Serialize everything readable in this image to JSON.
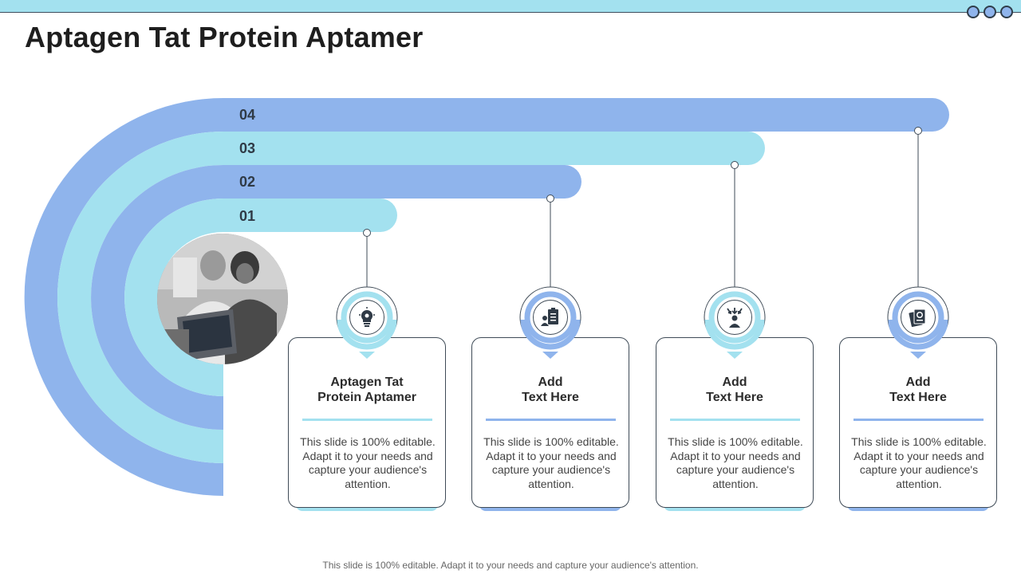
{
  "slide": {
    "title": "Aptagen Tat Protein Aptamer",
    "footer": "This slide is 100% editable. Adapt it to your needs and capture your audience's attention."
  },
  "colors": {
    "blue": "#8fb4ec",
    "light_blue": "#a3e1ef",
    "outline": "#3f4b57"
  },
  "bars": [
    {
      "label": "04"
    },
    {
      "label": "03"
    },
    {
      "label": "02"
    },
    {
      "label": "01"
    }
  ],
  "cards": [
    {
      "title_line1": "Aptagen Tat",
      "title_line2": "Protein Aptamer",
      "description": "This slide is 100% editable. Adapt it to your needs and capture your audience's attention.",
      "icon": "lightbulb-gear-icon"
    },
    {
      "title_line1": "Add",
      "title_line2": "Text Here",
      "description": "This slide is 100% editable. Adapt it to your needs and capture your audience's attention.",
      "icon": "clipboard-person-icon"
    },
    {
      "title_line1": "Add",
      "title_line2": "Text Here",
      "description": "This slide is 100% editable. Adapt it to your needs and capture your audience's attention.",
      "icon": "person-arrows-icon"
    },
    {
      "title_line1": "Add",
      "title_line2": "Text Here",
      "description": "This slide is 100% editable. Adapt it to your needs and capture your audience's attention.",
      "icon": "documents-badge-icon"
    }
  ],
  "photo": {
    "icon": "people-working-photo"
  }
}
